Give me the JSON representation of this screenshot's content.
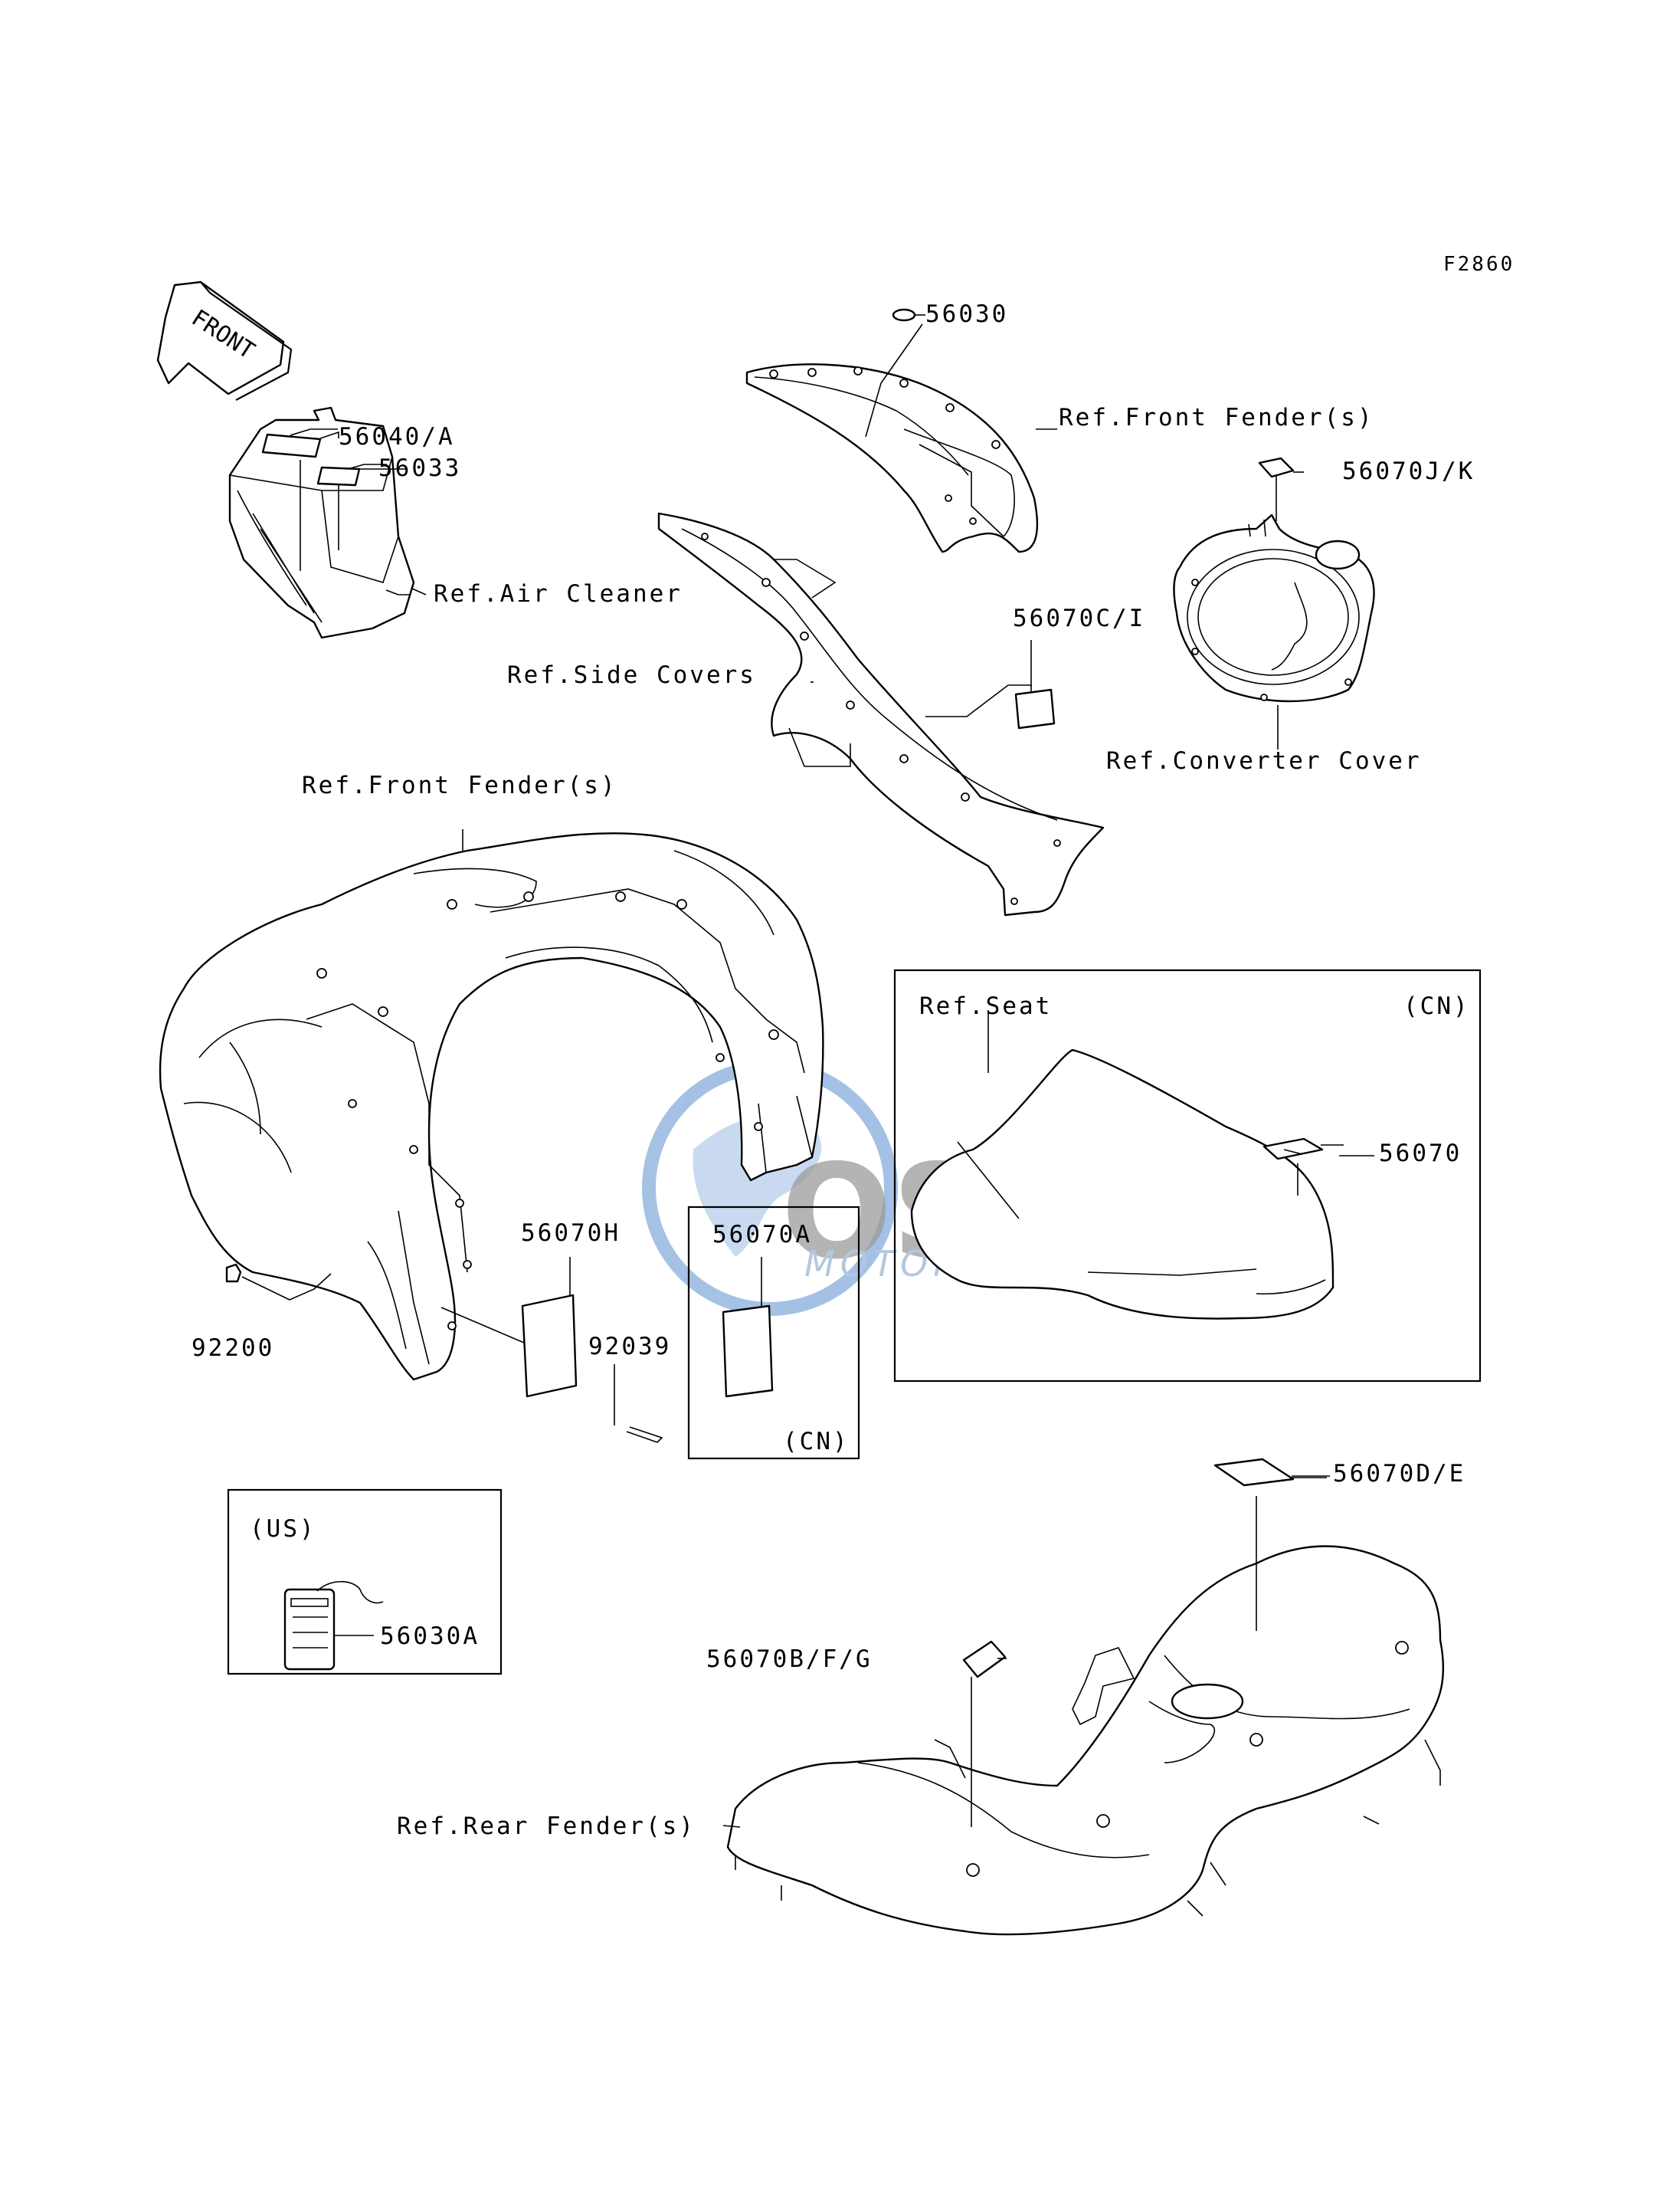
{
  "diagram_code": "F2860",
  "front_arrow": "FRONT",
  "watermark": {
    "brand": "OSM",
    "sub": "MOTORPARTS",
    "color": "#5b8fd0"
  },
  "labels": {
    "p56040": "56040/A",
    "p56033": "56033",
    "ref_air_cleaner": "Ref.Air Cleaner",
    "p56030": "56030",
    "ref_front_fender_top": "Ref.Front Fender(s)",
    "p56070jk": "56070J/K",
    "p56070ci": "56070C/I",
    "ref_side_covers": "Ref.Side Covers",
    "ref_converter_cover": "Ref.Converter Cover",
    "ref_front_fender_main": "Ref.Front Fender(s)",
    "ref_seat": "Ref.Seat",
    "cn_seat": "(CN)",
    "p56070": "56070",
    "p56070h": "56070H",
    "p56070a": "56070A",
    "cn_a": "(CN)",
    "p92200": "92200",
    "p92039": "92039",
    "p56070de": "56070D/E",
    "us": "(US)",
    "p56030a": "56030A",
    "p56070bfg": "56070B/F/G",
    "ref_rear_fender": "Ref.Rear Fender(s)"
  }
}
